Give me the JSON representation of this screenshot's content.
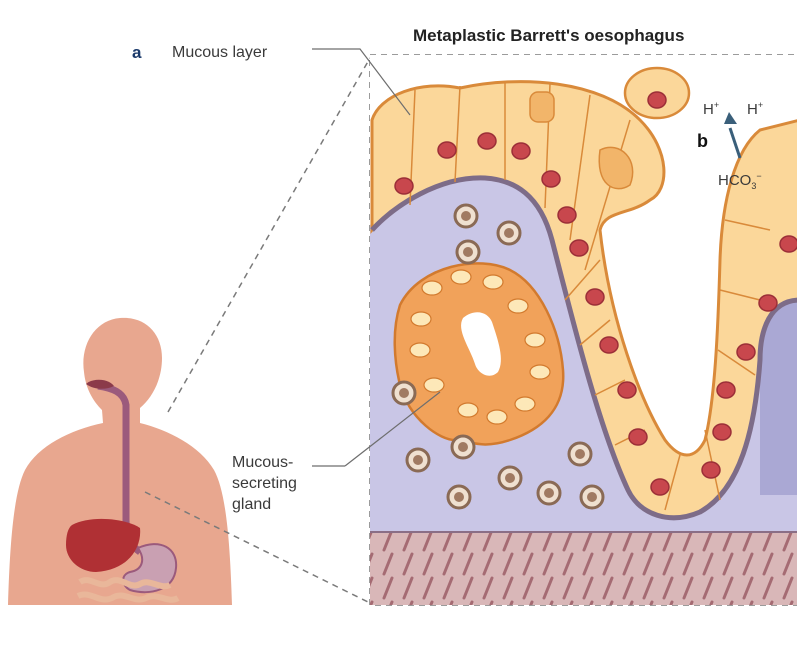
{
  "panel_a_label": "a",
  "panel_b_label": "b",
  "title": "Metaplastic Barrett's oesophagus",
  "labels": {
    "mucous_layer": "Mucous layer",
    "gland_line1": "Mucous-",
    "gland_line2": "secreting",
    "gland_line3": "gland",
    "proton_1": "H",
    "proton_2": "H",
    "proton_charge": "+",
    "bicarbonate": "HCO",
    "bicarbonate_sub": "3",
    "bicarbonate_charge": "−"
  },
  "colors": {
    "skin": "#e8a78f",
    "cell_fill": "#fbd79a",
    "cell_outline": "#d98a3a",
    "mucus": "#f2b56a",
    "nucleus": "#c8474d",
    "lamina": "#c9c6e6",
    "basement": "#8a6e86",
    "muscle": "#caa4a8",
    "gland": "#f1a25a",
    "dashed_line": "#7a7a7a"
  }
}
